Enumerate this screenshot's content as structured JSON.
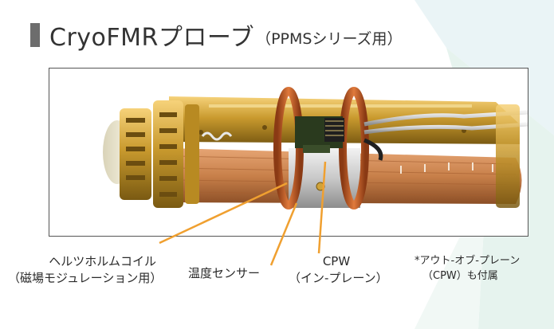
{
  "title": {
    "main": "CryoFMRプローブ",
    "sub": "（PPMSシリーズ用）"
  },
  "labels": {
    "helmholtz_line1": "ヘルツホルムコイル",
    "helmholtz_line2": "（磁場モジュレーション用）",
    "temp_sensor": "温度センサー",
    "cpw_line1": "CPW",
    "cpw_line2": "（イン-プレーン）",
    "note_line1": "*アウト-オブ-プレーン",
    "note_line2": "（CPW）も付属"
  },
  "colors": {
    "callout": "#f0a030",
    "frame": "#555555",
    "title_bar": "#6d6d6d",
    "copper": "#c8804a",
    "gold": "#c99a2e"
  }
}
